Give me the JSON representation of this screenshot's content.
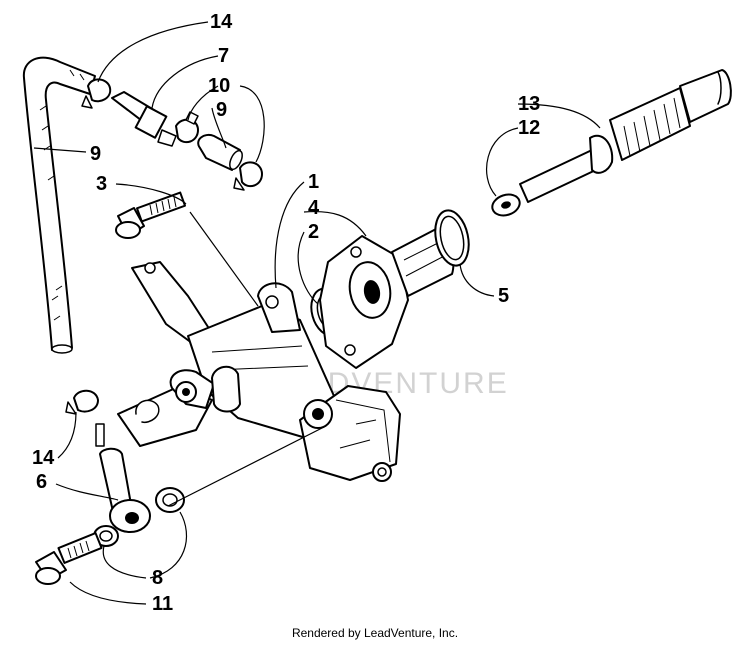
{
  "callouts": {
    "c14_top": "14",
    "c7": "7",
    "c10": "10",
    "c9_top": "9",
    "c9_hose": "9",
    "c3": "3",
    "c1": "1",
    "c4": "4",
    "c2": "2",
    "c13": "13",
    "c12": "12",
    "c5": "5",
    "c14_bottom": "14",
    "c6": "6",
    "c8": "8",
    "c11": "11"
  },
  "watermark": "LEADVENTURE",
  "footer": "Rendered by LeadVenture, Inc.",
  "colors": {
    "line": "#000000",
    "background": "#ffffff",
    "watermark": "#d2d2d2"
  }
}
